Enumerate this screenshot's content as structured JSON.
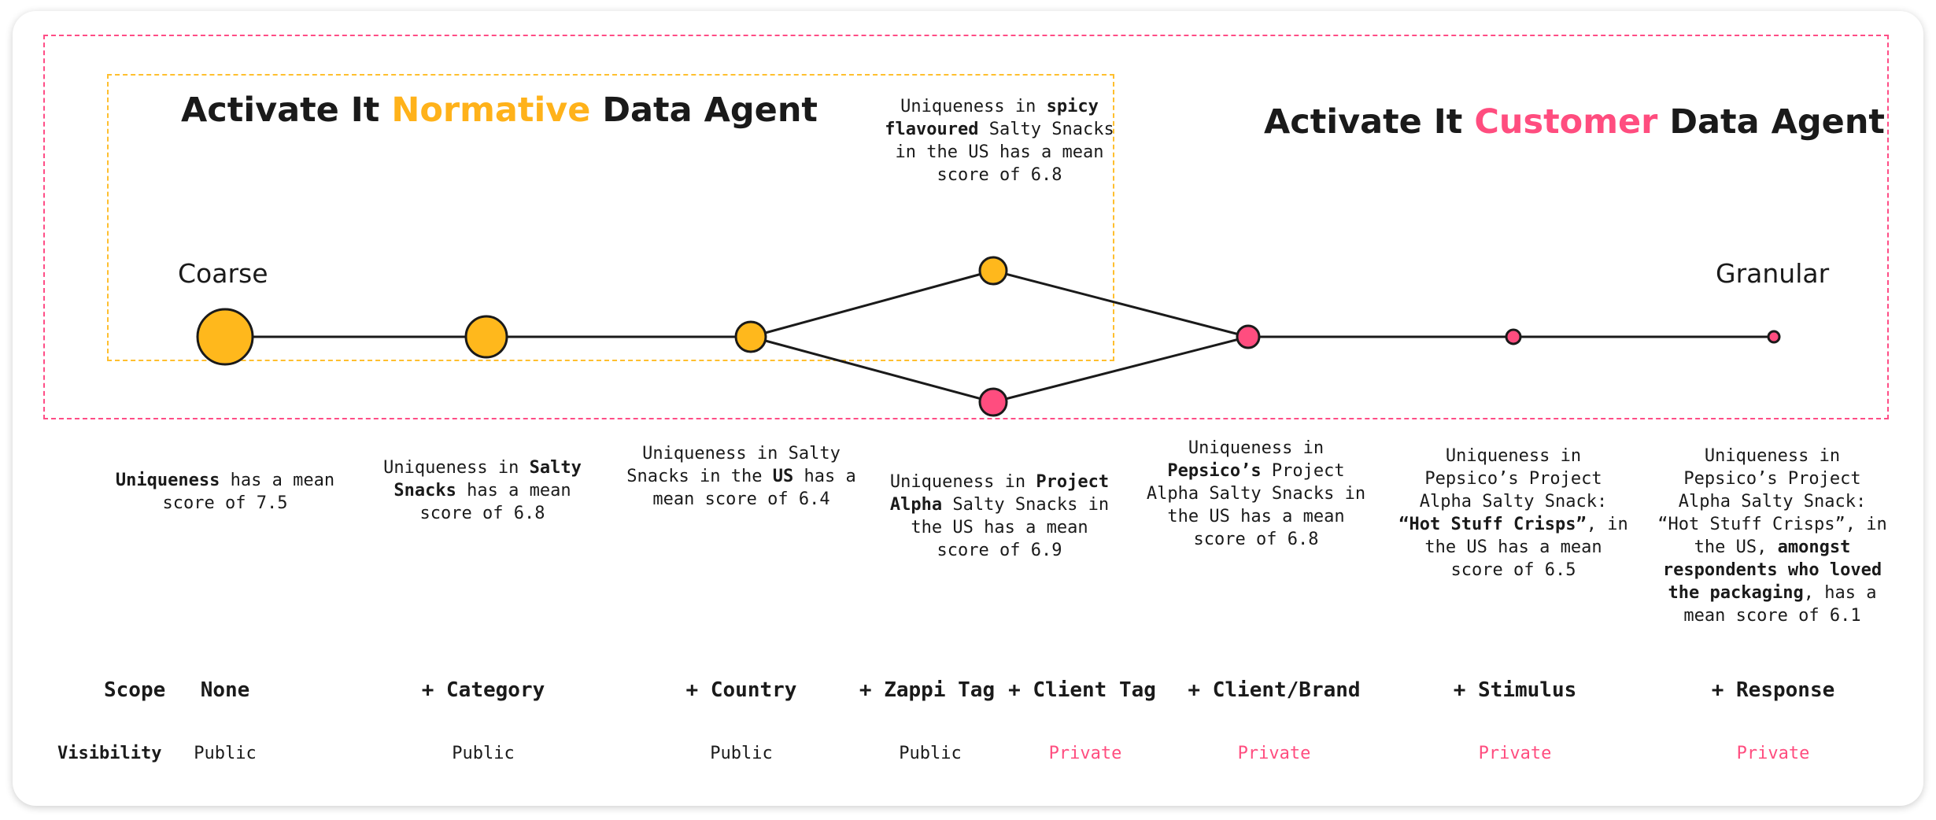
{
  "normative_agent": {
    "prefix": "Activate It ",
    "accent": "Normative",
    "suffix": " Data Agent"
  },
  "customer_agent": {
    "prefix": "Activate It ",
    "accent": "Customer",
    "suffix": " Data Agent"
  },
  "axis": {
    "left_label": "Coarse",
    "right_label": "Granular"
  },
  "colors": {
    "normative": "#ffb81c",
    "customer": "#ff4d7f",
    "line": "#1a1a1a",
    "pink_border": "#ff4d86",
    "orange_border": "#ffbf2e"
  },
  "nodes": [
    {
      "id": "uniqueness",
      "agent": "normative"
    },
    {
      "id": "category",
      "agent": "normative"
    },
    {
      "id": "country",
      "agent": "normative"
    },
    {
      "id": "zappi-tag",
      "agent": "normative"
    },
    {
      "id": "client-tag",
      "agent": "customer"
    },
    {
      "id": "client-brand",
      "agent": "customer"
    },
    {
      "id": "stimulus",
      "agent": "customer"
    },
    {
      "id": "response",
      "agent": "customer"
    }
  ],
  "captions": {
    "uniqueness": {
      "b1": "Uniqueness",
      "t1": " has a mean score of 7.5"
    },
    "category": {
      "t1": "Uniqueness in ",
      "b1": "Salty Snacks",
      "t2": " has a mean score of 6.8"
    },
    "country": {
      "t1": "Uniqueness in Salty Snacks in the ",
      "b1": "US",
      "t2": " has a mean score of 6.4"
    },
    "zappi_tag": {
      "t1": "Uniqueness in ",
      "b1": "spicy flavoured",
      "t2": " Salty Snacks in the US has a mean score of 6.8"
    },
    "client_tag": {
      "t1": "Uniqueness in ",
      "b1": "Project Alpha",
      "t2": " Salty Snacks in the US has a mean score of 6.9"
    },
    "client_brand": {
      "t1": "Uniqueness in ",
      "b1": "Pepsico’s",
      "t2": " Project Alpha Salty Snacks in the US has a mean score of 6.8"
    },
    "stimulus": {
      "t1": "Uniqueness in Pepsico’s Project Alpha Salty Snack: ",
      "b1": "“Hot Stuff Crisps”",
      "t2": ", in the US has a mean score of 6.5"
    },
    "response": {
      "t1": "Uniqueness in Pepsico’s Project Alpha Salty Snack: “Hot Stuff Crisps”, in the US, ",
      "b1": "amongst respondents who loved the packaging",
      "t2": ", has a mean score of 6.1"
    }
  },
  "scope_row": {
    "label": "Scope",
    "items": [
      "None",
      "+ Category",
      "+ Country",
      "+ Zappi Tag",
      "+ Client Tag",
      "+ Client/Brand",
      "+ Stimulus",
      "+ Response"
    ]
  },
  "visibility_row": {
    "label": "Visibility",
    "items": [
      "Public",
      "Public",
      "Public",
      "Public",
      "Private",
      "Private",
      "Private",
      "Private"
    ]
  }
}
